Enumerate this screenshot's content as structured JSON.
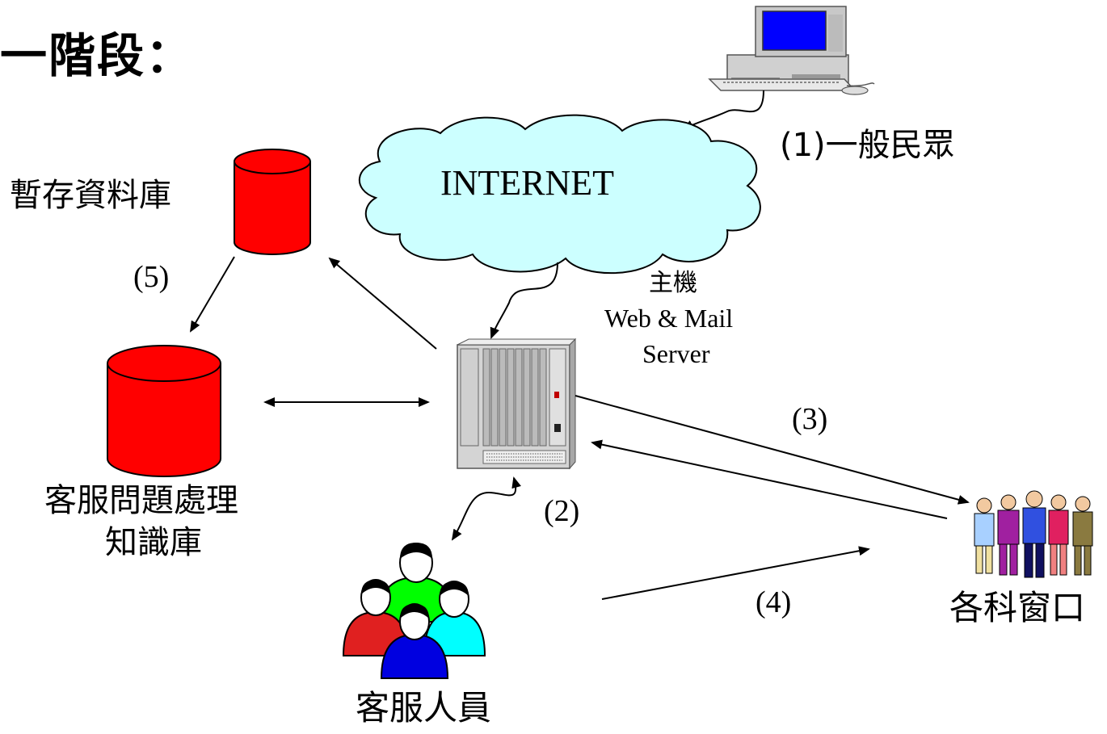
{
  "title": "一階段：",
  "labels": {
    "public": "(1)一般民眾",
    "internet": "INTERNET",
    "temp_db": "暫存資料庫",
    "step5": "(5)",
    "server_cn": "主機",
    "server_en1": "Web & Mail",
    "server_en2": "Server",
    "step3": "(3)",
    "step2": "(2)",
    "step4": "(4)",
    "kb_line1": "客服問題處理",
    "kb_line2": "知識庫",
    "departments": "各科窗口",
    "service_staff": "客服人員"
  },
  "colors": {
    "database_red": "#ff0000",
    "cloud_fill": "#ccffff",
    "server_gray": "#c8c8c8",
    "person_green": "#00ff00",
    "person_red": "#e02020",
    "person_cyan": "#00ffff",
    "person_blue": "#0000e0"
  },
  "icons": [
    "computer-icon",
    "cloud-icon",
    "database-icon",
    "server-rack-icon",
    "staff-group-icon",
    "department-staff-icon"
  ]
}
